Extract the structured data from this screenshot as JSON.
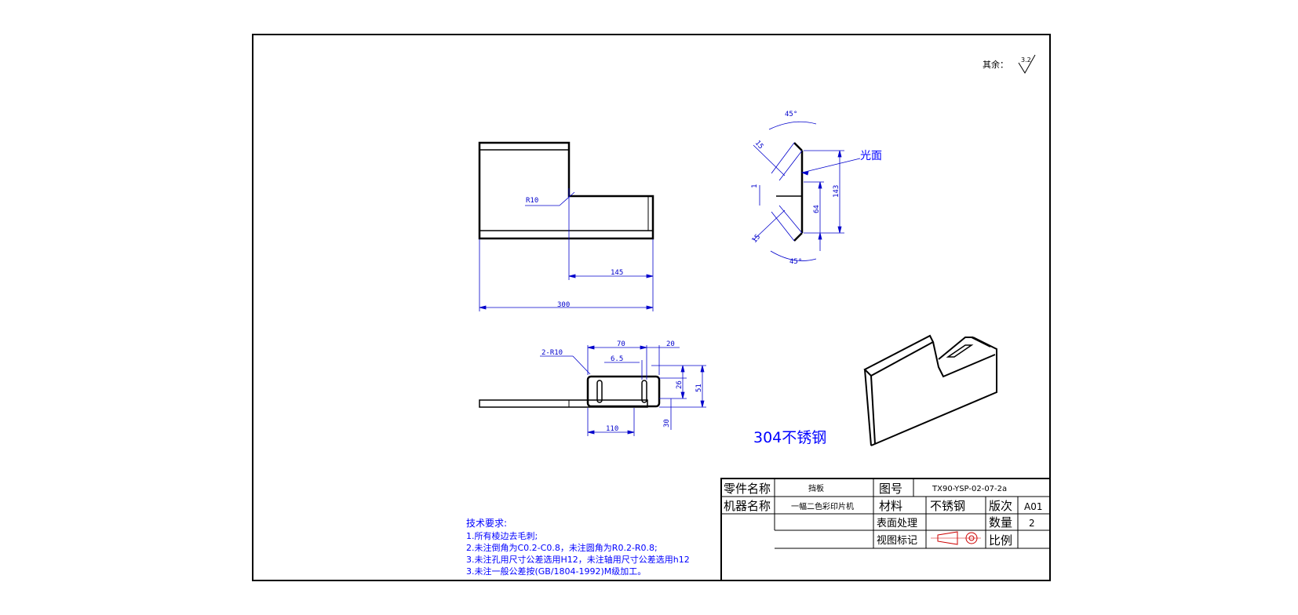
{
  "roughness": {
    "label": "其余：",
    "value": "3.2"
  },
  "front_view": {
    "radius": "R10",
    "dim_145": "145",
    "dim_300": "300"
  },
  "side_view": {
    "angle_top": "45°",
    "angle_bottom": "45°",
    "len_top": "15",
    "len_bottom": "15",
    "thickness": "1",
    "dim_64": "64",
    "dim_143": "143",
    "surface_note": "光面"
  },
  "top_view": {
    "radius": "2-R10",
    "dim_70": "70",
    "dim_20": "20",
    "dim_6_5": "6.5",
    "dim_26": "26",
    "dim_51": "51",
    "dim_30": "30",
    "dim_110": "110"
  },
  "material_note": "304不锈钢",
  "tech_requirements": {
    "title": "技术要求:",
    "items": [
      "1.所有棱边去毛刺;",
      "2.未注倒角为C0.2-C0.8，未注圆角为R0.2-R0.8;",
      "3.未注孔用尺寸公差选用H12，未注轴用尺寸公差选用h12",
      "3.未注一般公差按(GB/1804-1992)M级加工。"
    ]
  },
  "title_block": {
    "part_name_label": "零件名称",
    "part_name": "挡板",
    "drawing_no_label": "图号",
    "drawing_no": "TX90-YSP-02-07-2a",
    "machine_name_label": "机器名称",
    "machine_name": "一幅二色彩印片机",
    "material_label": "材料",
    "material": "不锈钢",
    "revision_label": "版次",
    "revision": "A01",
    "surface_label": "表面处理",
    "quantity_label": "数量",
    "quantity": "2",
    "view_mark_label": "视图标记",
    "scale_label": "比例"
  }
}
